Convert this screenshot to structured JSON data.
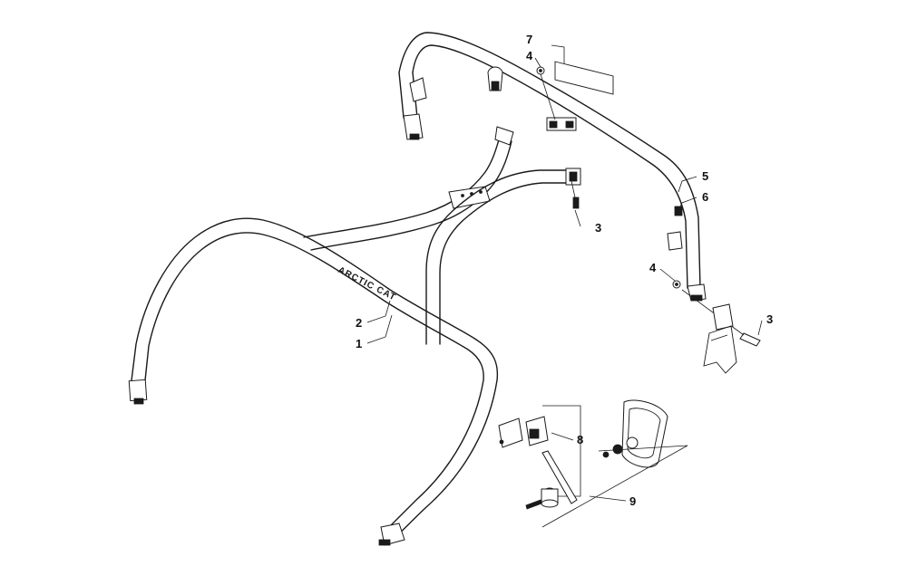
{
  "diagram": {
    "callouts": {
      "c1": "1",
      "c2": "2",
      "c3a": "3",
      "c3b": "3",
      "c4a": "4",
      "c4b": "4",
      "c5": "5",
      "c6": "6",
      "c7": "7",
      "c8": "8",
      "c9": "9"
    },
    "logo_text": "ARCTIC CAT"
  }
}
